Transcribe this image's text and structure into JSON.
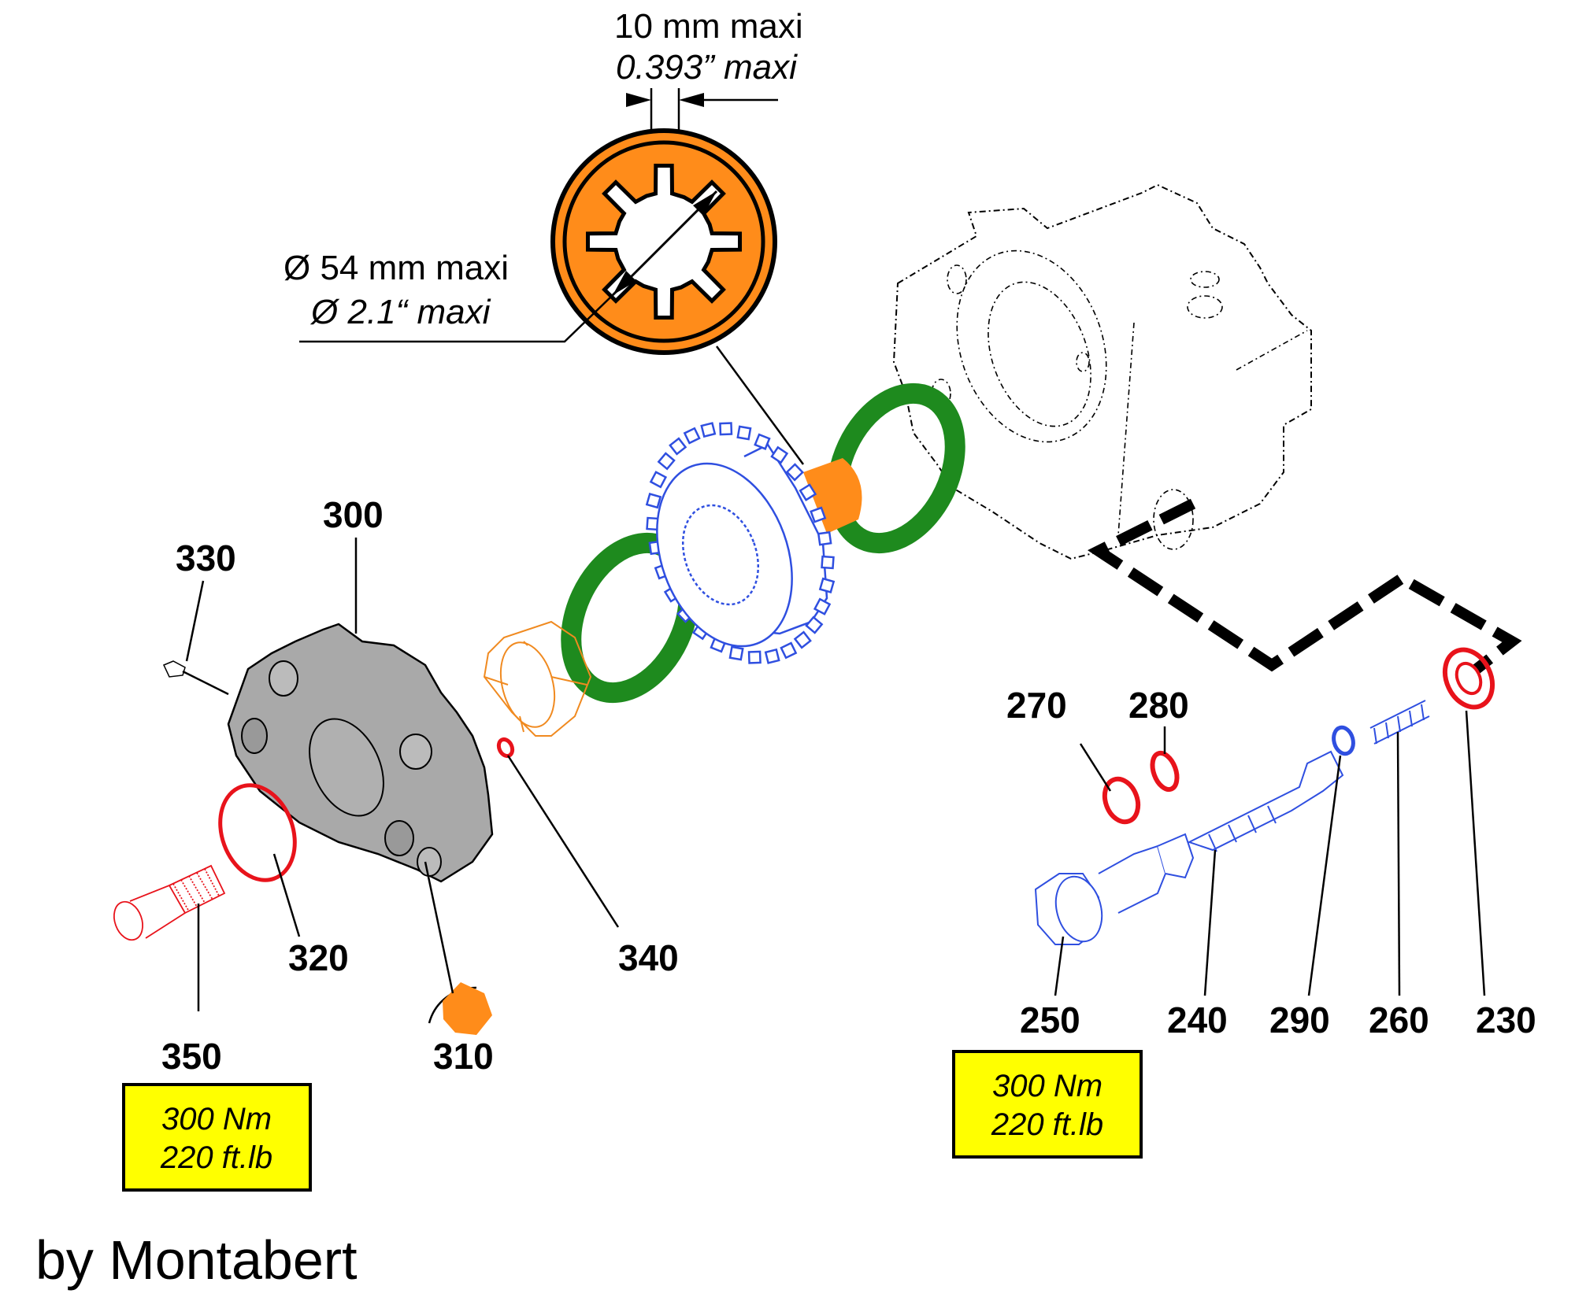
{
  "diagram": {
    "type": "exploded-parts-view",
    "dimensions": {
      "slot_width_metric": "10 mm maxi",
      "slot_width_imperial": "0.393” maxi",
      "diameter_metric": "Ø 54 mm maxi",
      "diameter_imperial": "Ø 2.1“ maxi"
    },
    "part_labels": {
      "p230": "230",
      "p240": "240",
      "p250": "250",
      "p260": "260",
      "p270": "270",
      "p280": "280",
      "p290": "290",
      "p300": "300",
      "p310": "310",
      "p320": "320",
      "p330": "330",
      "p340": "340",
      "p350": "350"
    },
    "torque_boxes": [
      {
        "part": "350",
        "metric": "300 Nm",
        "imperial": "220 ft.lb"
      },
      {
        "part": "250",
        "metric": "300 Nm",
        "imperial": "220 ft.lb"
      }
    ],
    "credit": "by Montabert",
    "colors": {
      "highlight_orange": "#ff8c1a",
      "seal_red": "#e8131b",
      "bearing_green": "#1e8a1e",
      "gear_blue": "#2f4fe0",
      "body_gray": "#a9a9a9",
      "torque_yellow": "#ffff00"
    }
  }
}
